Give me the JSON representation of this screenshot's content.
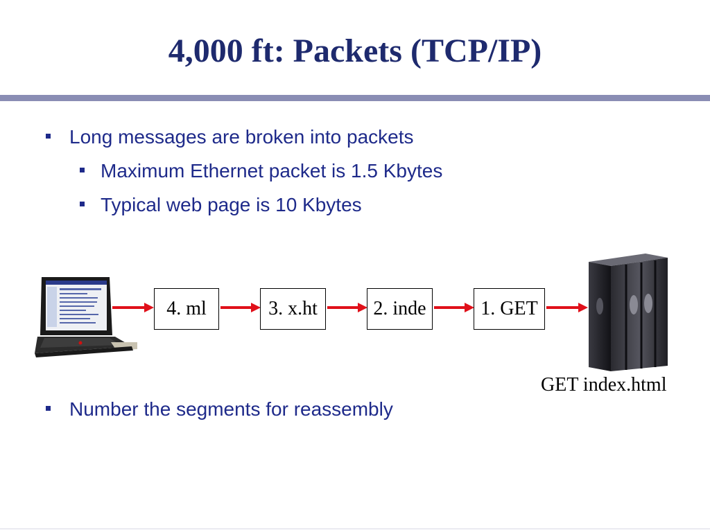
{
  "slide": {
    "title": "4,000 ft: Packets (TCP/IP)"
  },
  "bullets": {
    "b1": "Long messages are broken into packets",
    "b1_sub1": "Maximum Ethernet packet is 1.5 Kbytes",
    "b1_sub2": "Typical web page is 10 Kbytes",
    "b2": "Number the segments for reassembly"
  },
  "diagram": {
    "packets": [
      "4. ml",
      "3. x.ht",
      "2. inde",
      "1. GET"
    ],
    "server_caption": "GET index.html",
    "arrow_color": "#e0101a"
  },
  "colors": {
    "title": "#1e2a6e",
    "bullet_text": "#1e2a8a",
    "rule": "#8a8db4"
  },
  "icons": {
    "client": "laptop-icon",
    "server": "server-tower-icon"
  }
}
